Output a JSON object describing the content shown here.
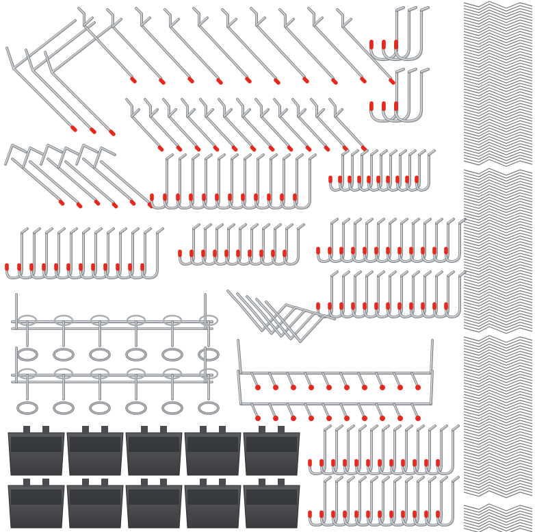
{
  "image": {
    "subject": "pegboard-hook-assortment",
    "background_color": "#ffffff",
    "colors": {
      "metal": "#a9adb2",
      "metal_highlight": "#e6e8ea",
      "metal_shadow": "#6f7479",
      "tip_red": "#e8281c",
      "bin_gray": "#4a4c50",
      "bin_gray_dark": "#2f3134"
    },
    "groups": [
      {
        "name": "long-straight-hooks",
        "count": 13,
        "tip": "red"
      },
      {
        "name": "short-straight-hooks",
        "count": 12,
        "tip": "red"
      },
      {
        "name": "double-prong-hooks",
        "count": 8,
        "tip": "red"
      },
      {
        "name": "large-j-hooks",
        "count": 6,
        "tip": "red"
      },
      {
        "name": "curved-l-hooks",
        "count": 96,
        "tip": "red"
      },
      {
        "name": "zigzag-locking-pieces",
        "count": 5
      },
      {
        "name": "ring-holder-rails",
        "count": 2
      },
      {
        "name": "multi-hook-rails",
        "count": 2,
        "tip": "red"
      },
      {
        "name": "storage-bins",
        "count": 10
      },
      {
        "name": "wave-lock-clips",
        "count": 1
      }
    ]
  }
}
